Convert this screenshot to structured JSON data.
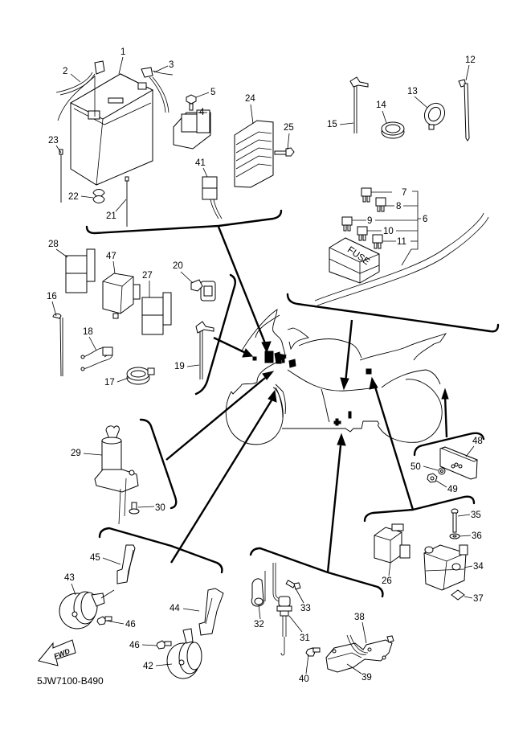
{
  "diagram": {
    "title": "Electrical 2 parts diagram",
    "diagram_code": "5JW7100-B490",
    "fwd_arrow_label": "FWD",
    "fuse_box_label": "FUSE",
    "part_labels": {
      "p1": "1",
      "p2": "2",
      "p3": "3",
      "p4": "4",
      "p5": "5",
      "p6": "6",
      "p7": "7",
      "p8": "8",
      "p9": "9",
      "p10": "10",
      "p11": "11",
      "p12": "12",
      "p13": "13",
      "p14": "14",
      "p15": "15",
      "p16": "16",
      "p17": "17",
      "p18": "18",
      "p19": "19",
      "p20": "20",
      "p21": "21",
      "p22": "22",
      "p23": "23",
      "p24": "24",
      "p25": "25",
      "p26": "26",
      "p27": "27",
      "p28": "28",
      "p29": "29",
      "p30": "30",
      "p31": "31",
      "p32": "32",
      "p33": "33",
      "p34": "34",
      "p35": "35",
      "p36": "36",
      "p37": "37",
      "p38": "38",
      "p39": "39",
      "p40": "40",
      "p41": "41",
      "p42": "42",
      "p43": "43",
      "p44": "44",
      "p45": "45",
      "p46a": "46",
      "p46b": "46",
      "p47": "47",
      "p48": "48",
      "p49": "49",
      "p50": "50"
    },
    "groups": [
      {
        "name": "battery-group",
        "parts": [
          "1",
          "2",
          "3",
          "4",
          "5",
          "21",
          "22",
          "23",
          "24",
          "25",
          "41"
        ]
      },
      {
        "name": "clamps-group",
        "parts": [
          "12",
          "13",
          "14",
          "15"
        ]
      },
      {
        "name": "fuse-group",
        "parts": [
          "6",
          "7",
          "8",
          "9",
          "10",
          "11"
        ]
      },
      {
        "name": "relay-group",
        "parts": [
          "16",
          "17",
          "18",
          "19",
          "20",
          "27",
          "28",
          "47"
        ]
      },
      {
        "name": "main-switch-group",
        "parts": [
          "29",
          "30"
        ]
      },
      {
        "name": "reflector-group",
        "parts": [
          "48",
          "49",
          "50"
        ]
      },
      {
        "name": "ignition-group",
        "parts": [
          "26",
          "34",
          "35",
          "36",
          "37"
        ]
      },
      {
        "name": "horn-group",
        "parts": [
          "42",
          "43",
          "44",
          "45",
          "46"
        ]
      },
      {
        "name": "switch-group",
        "parts": [
          "31",
          "32",
          "33",
          "38",
          "39",
          "40"
        ]
      }
    ]
  }
}
